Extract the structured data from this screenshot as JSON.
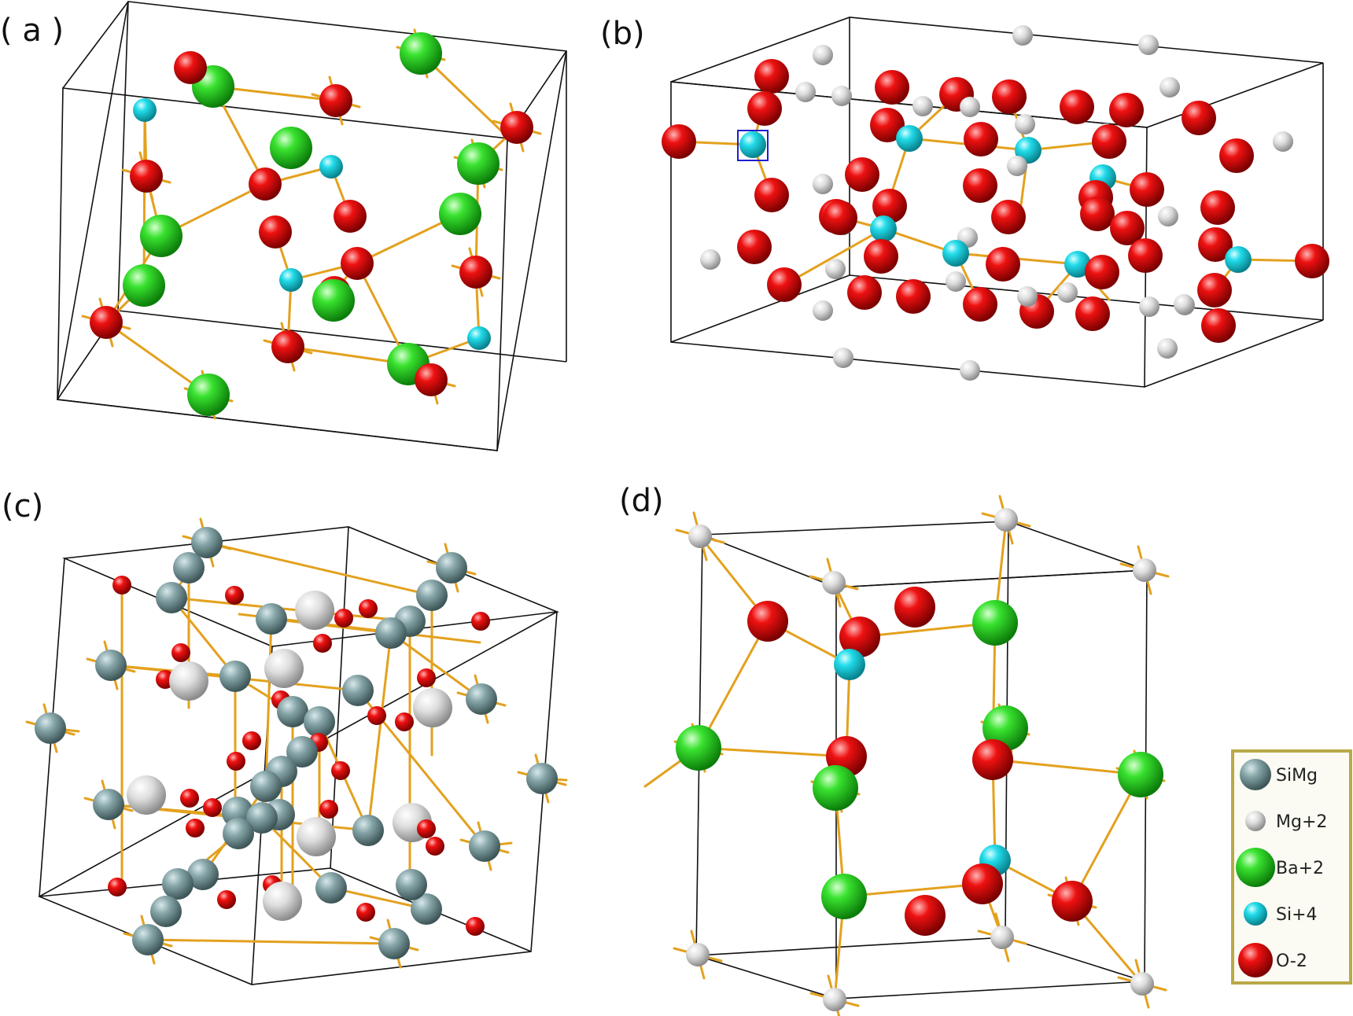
{
  "panels": [
    {
      "id": "a",
      "label": "( a )"
    },
    {
      "id": "b",
      "label": "(b)"
    },
    {
      "id": "c",
      "label": "(c)"
    },
    {
      "id": "d",
      "label": "(d)"
    }
  ],
  "legend": {
    "items": [
      {
        "key": "simg",
        "label": "SiMg",
        "color": "#7f9ea1"
      },
      {
        "key": "mg",
        "label": "Mg+2",
        "color": "#d9d9d9"
      },
      {
        "key": "ba",
        "label": "Ba+2",
        "color": "#22c81e"
      },
      {
        "key": "si",
        "label": "Si+4",
        "color": "#16d6e6"
      },
      {
        "key": "o",
        "label": "O-2",
        "color": "#e30808"
      }
    ]
  },
  "colors": {
    "bond": "#e3a11e",
    "cell_edge": "#111111",
    "legend_border": "#b9a948",
    "legend_bg": "#fbfbf3",
    "selection_box": "#1e1ed2"
  }
}
